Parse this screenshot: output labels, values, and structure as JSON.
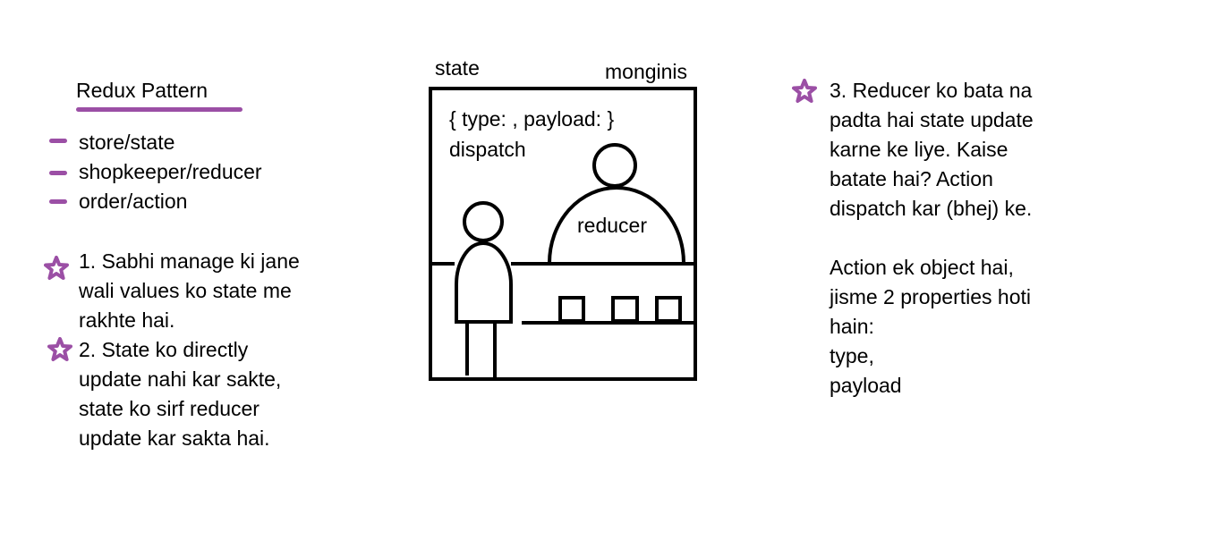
{
  "colors": {
    "accent": "#9b4fa5",
    "ink": "#000000"
  },
  "left": {
    "title": "Redux Pattern",
    "bullets": [
      "store/state",
      "shopkeeper/reducer",
      "order/action"
    ],
    "note1": [
      "1. Sabhi manage ki jane",
      "wali values ko state me",
      "rakhte hai."
    ],
    "note2": [
      "2. State ko directly",
      "update nahi kar sakte,",
      "state ko sirf reducer",
      "update kar sakta hai."
    ]
  },
  "diagram": {
    "state_label": "state",
    "shop_label": "monginis",
    "action_text": "{ type: , payload: }",
    "dispatch_text": "dispatch",
    "reducer_text": "reducer"
  },
  "right": {
    "note3": [
      "3. Reducer ko bata na",
      "padta hai state update",
      "karne ke liye. Kaise",
      "batate hai? Action",
      "dispatch kar (bhej) ke."
    ],
    "action_desc": [
      "Action ek object hai,",
      "jisme 2 properties hoti",
      "hain:",
      "type,",
      "payload"
    ]
  },
  "icons": [
    "dash-icon",
    "star-icon"
  ]
}
